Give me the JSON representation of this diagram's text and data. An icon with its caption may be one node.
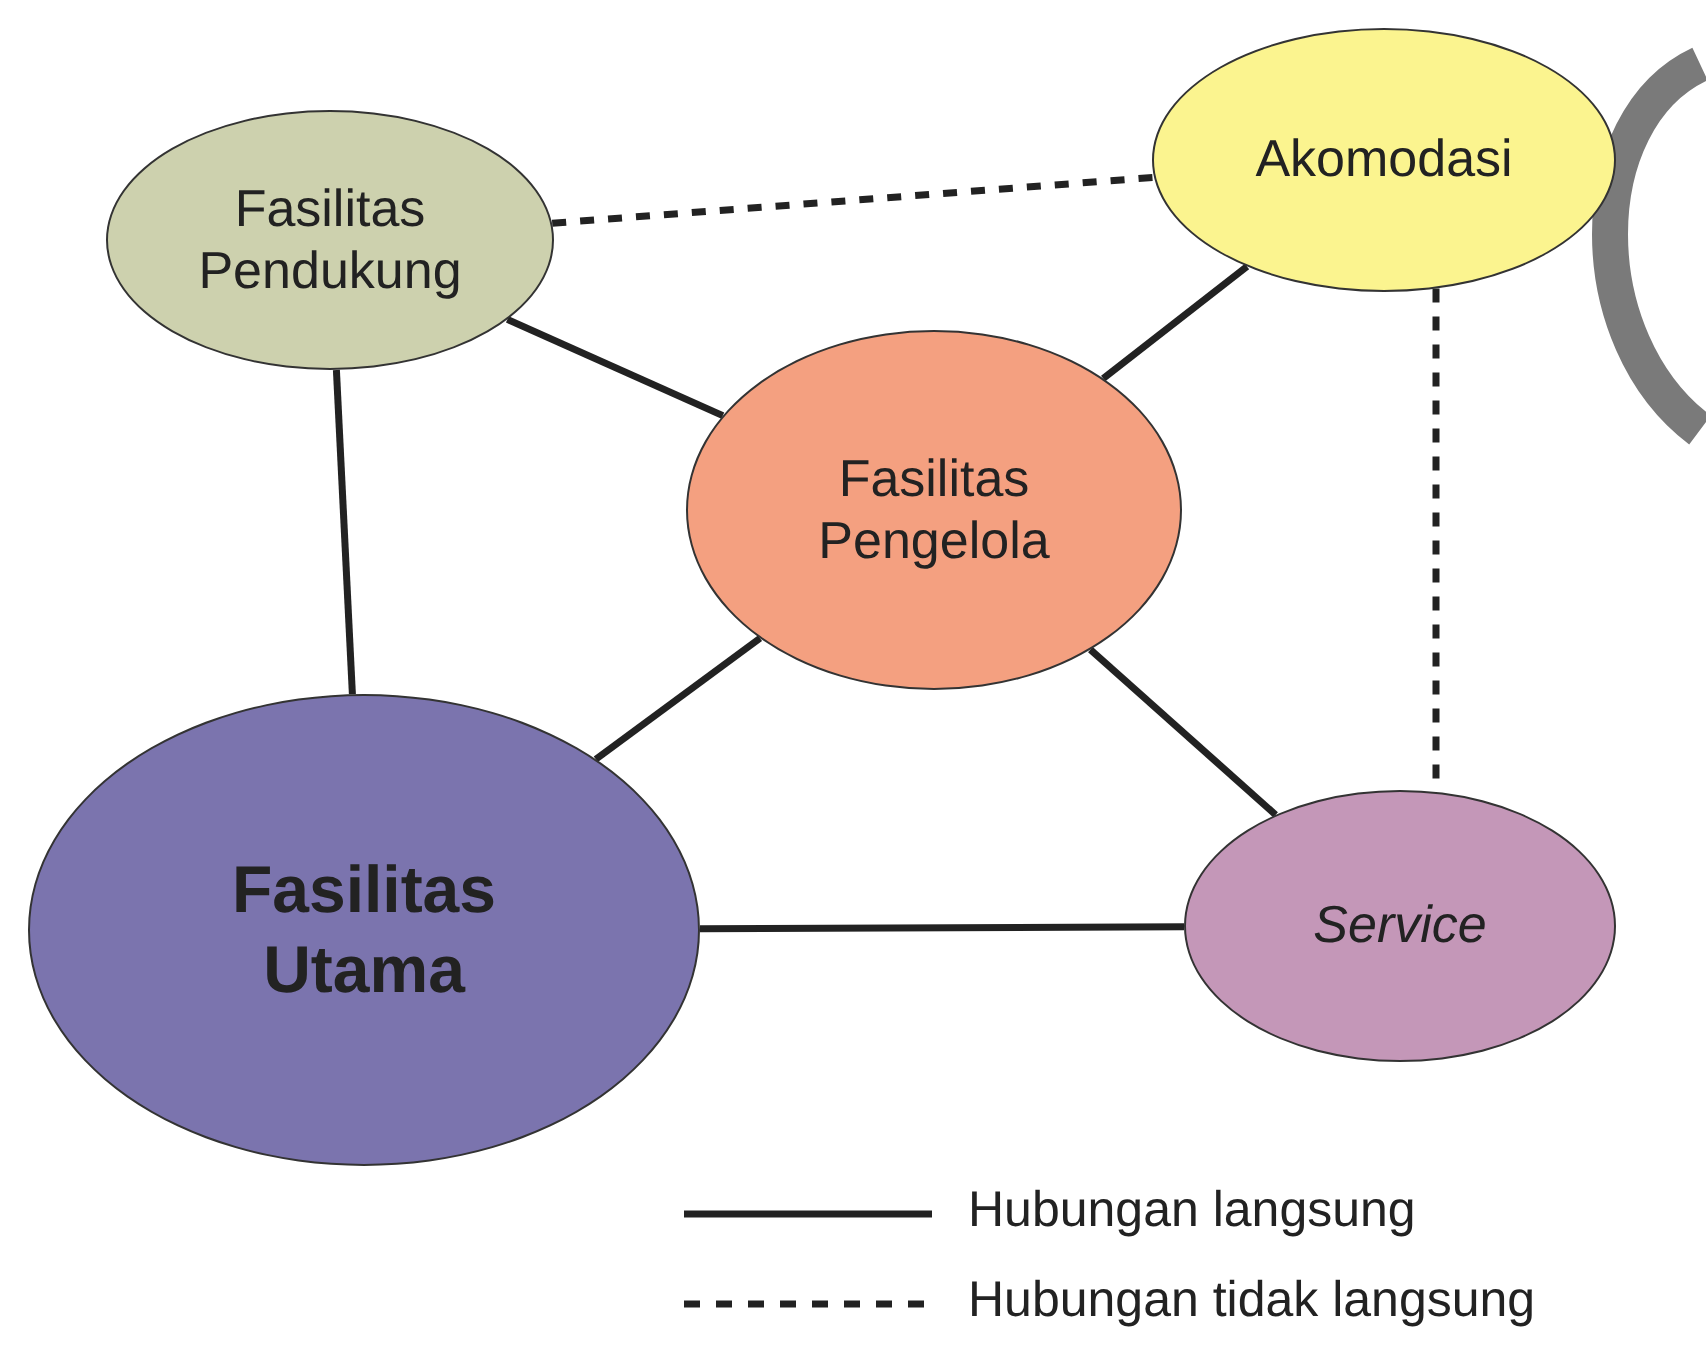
{
  "diagram": {
    "nodes": [
      {
        "text": [
          "Fasilitas Pendukung"
        ]
      },
      {
        "text": [
          "Akomodasi"
        ]
      },
      {
        "text": [
          "Fasilitas Pengelola"
        ]
      },
      {
        "text": [
          "Fasilitas Utama"
        ]
      },
      {
        "text": [
          "Service"
        ]
      }
    ],
    "edges": [
      {
        "from": 0,
        "to": 1,
        "arrow": "none",
        "style": "dashed"
      },
      {
        "from": 0,
        "to": 2,
        "arrow": "none"
      },
      {
        "from": 0,
        "to": 3,
        "arrow": "none"
      },
      {
        "from": 1,
        "to": 2,
        "arrow": "none"
      },
      {
        "from": 1,
        "to": 4,
        "arrow": "none",
        "style": "dashed"
      },
      {
        "from": 2,
        "to": 3,
        "arrow": "none"
      },
      {
        "from": 2,
        "to": 4,
        "arrow": "none"
      },
      {
        "from": 3,
        "to": 4,
        "arrow": "none"
      }
    ],
    "legend": [
      {
        "text": "Hubungan langsung"
      },
      {
        "text": "Hubungan tidak langsung"
      }
    ]
  }
}
